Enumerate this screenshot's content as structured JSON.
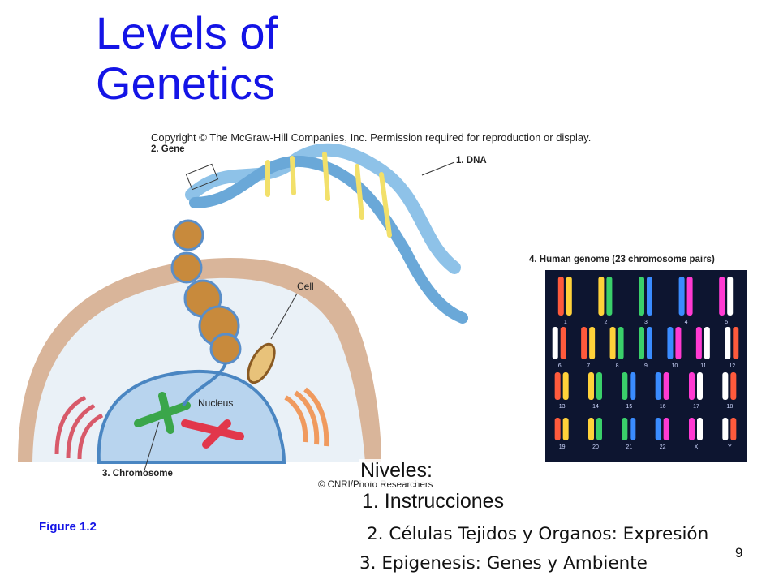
{
  "slide": {
    "title_line1": "Levels of",
    "title_line2": "Genetics",
    "page_number": "9"
  },
  "figure": {
    "copyright": "Copyright © The McGraw-Hill Companies, Inc. Permission required for reproduction or display.",
    "label_gene": "2. Gene",
    "label_dna": "1. DNA",
    "label_cell": "Cell",
    "label_nucleus": "Nucleus",
    "label_chromosome": "3. Chromosome",
    "label_genome": "4. Human genome (23 chromosome pairs)",
    "credit": "© CNRI/Photo Researchers",
    "caption": "Figure 1.2",
    "chromosome_numbers": [
      "1",
      "2",
      "3",
      "4",
      "5",
      "6",
      "7",
      "8",
      "9",
      "10",
      "11",
      "12",
      "13",
      "14",
      "15",
      "16",
      "17",
      "18",
      "19",
      "20",
      "21",
      "22",
      "X",
      "Y"
    ]
  },
  "levels": {
    "heading": "Niveles:",
    "items": [
      "1. Instrucciones",
      "2. Células Tejidos y Organos: Expresión",
      "3. Epigenesis: Genes y Ambiente"
    ]
  },
  "colors": {
    "title": "#1414e6",
    "caption": "#1414e6",
    "dna_ribbon": "#8ec2e8",
    "cell_membrane": "#d9b59a",
    "nucleus": "#b8d4ee",
    "karyotype_bg": "#0d1530"
  }
}
